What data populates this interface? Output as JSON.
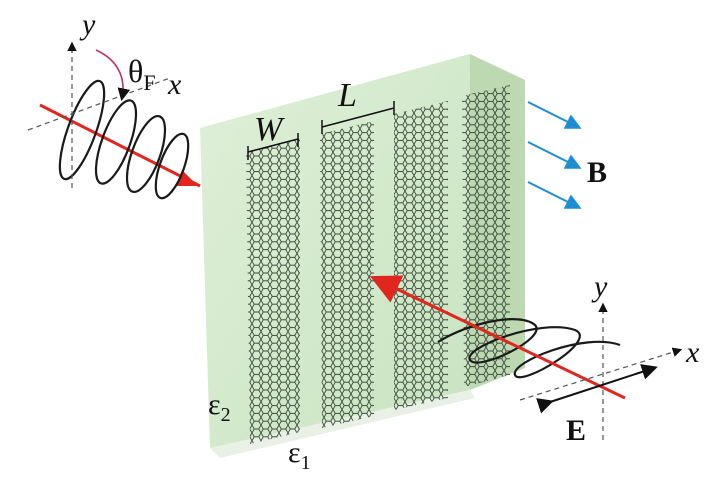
{
  "labels": {
    "y_top": "y",
    "x_top": "x",
    "theta": "θ",
    "theta_sub": "F",
    "W": "W",
    "L": "L",
    "B": "B",
    "y_bottom": "y",
    "x_bottom": "x",
    "E": "E",
    "eps2": "ε",
    "eps2_sub": "2",
    "eps1": "ε",
    "eps1_sub": "1"
  },
  "colors": {
    "slab_front": "#d6ecd0",
    "slab_side": "#bfdcb5",
    "slab_top": "#e6f3e0",
    "graphene_strip": "#5a6a5a",
    "beam": "#e0261f",
    "field_arrow": "#1d8fd0",
    "wave": "#1a1a1a"
  },
  "diagram": {
    "strip_count": 4,
    "field_arrow_count": 3
  }
}
